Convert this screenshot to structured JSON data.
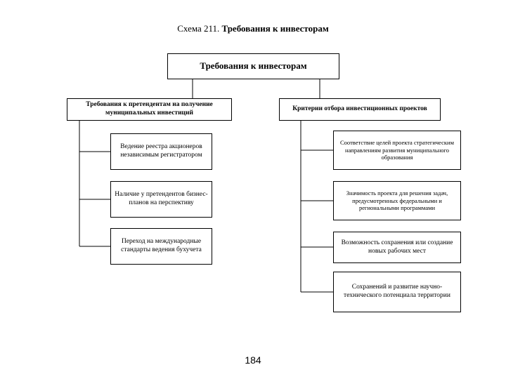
{
  "caption": {
    "prefix": "Схема 211. ",
    "title": "Требования к инвесторам"
  },
  "root": {
    "label": "Требования к инвесторам"
  },
  "left_branch": {
    "header": "Требования к претендентам на получение муниципальных инвестиций",
    "items": [
      "Ведение реестра акционеров независимым регистратором",
      "Наличие у претендентов бизнес-планов на перспективу",
      "Переход на международные стандарты ведения бухучета"
    ]
  },
  "right_branch": {
    "header": "Критерии отбора инвестиционных проектов",
    "items": [
      "Соответствие целей проекта стратегическим направлениям развития муниципального образования",
      "Значимость проекта для решения задач, предусмотренных федеральными и региональными программами",
      "Возможность сохранения или создание новых рабочих мест",
      "Сохранений и развитие научно-технического потенциала территории"
    ]
  },
  "page_number": "184"
}
